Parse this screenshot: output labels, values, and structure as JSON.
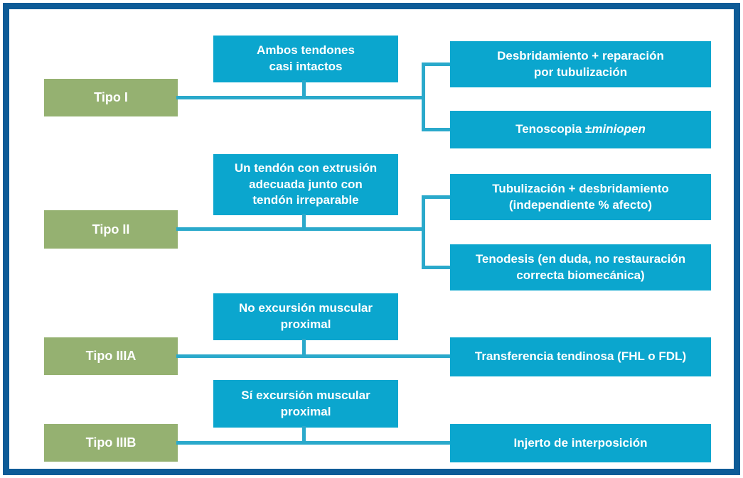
{
  "palette": {
    "frame_blue": "#0d5b97",
    "box_blue": "#0ba6ce",
    "box_green": "#95b171",
    "line_blue": "#2aa9cb",
    "text_white": "#ffffff"
  },
  "diagram": {
    "rows": [
      {
        "type": {
          "label": "Tipo I"
        },
        "condition": {
          "text": "Ambos tendones\ncasi intactos"
        },
        "results": [
          {
            "text": "Desbridamiento + reparación\npor tubulización"
          },
          {
            "text": "Tenoscopia ± ",
            "italic": "miniopen"
          }
        ]
      },
      {
        "type": {
          "label": "Tipo II"
        },
        "condition": {
          "text": "Un tendón con extrusión\nadecuada junto con\ntendón irreparable"
        },
        "results": [
          {
            "text": "Tubulización + desbridamiento\n(independiente % afecto)"
          },
          {
            "text": "Tenodesis (en duda, no restauración\ncorrecta biomecánica)"
          }
        ]
      },
      {
        "type": {
          "label": "Tipo IIIA"
        },
        "condition": {
          "text": "No excursión muscular\nproximal"
        },
        "results": [
          {
            "text": "Transferencia tendinosa (FHL o FDL)"
          }
        ]
      },
      {
        "type": {
          "label": "Tipo IIIB"
        },
        "condition": {
          "text": "Sí excursión muscular\nproximal"
        },
        "results": [
          {
            "text": "Injerto de interposición"
          }
        ]
      }
    ]
  }
}
